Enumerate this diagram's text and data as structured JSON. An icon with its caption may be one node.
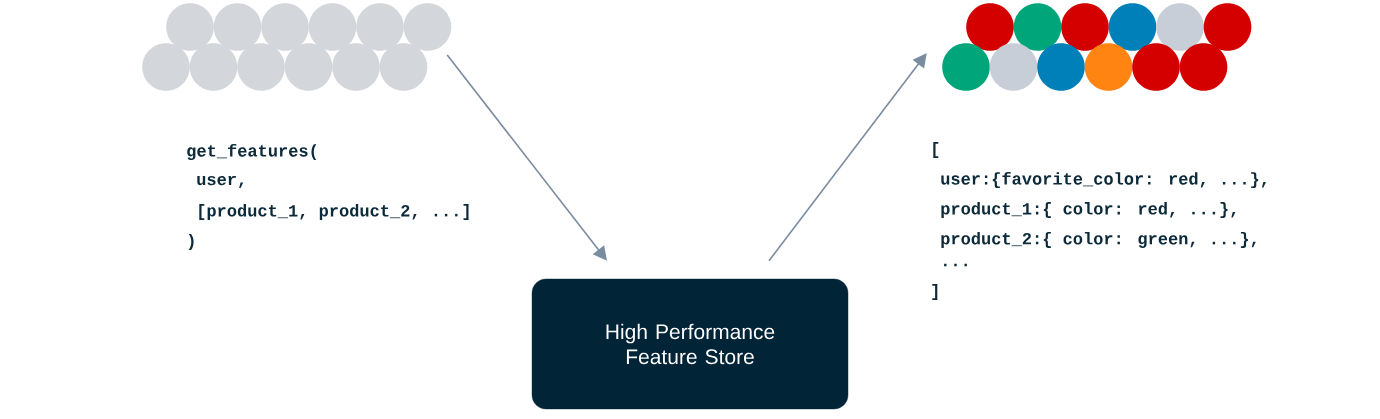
{
  "diagram": {
    "nodes": [
      {
        "text": [],
        "shape": "picture"
      },
      {
        "text": [
          "High Performance Feature Store"
        ]
      },
      {
        "text": [],
        "shape": "picture"
      }
    ],
    "edges": [
      {
        "from": 0,
        "to": 1,
        "arrow": "to"
      },
      {
        "from": 1,
        "to": 2,
        "arrow": "to"
      }
    ],
    "labels": [
      "get_features(",
      "user,",
      "[product_1, product_2, ...]",
      ")",
      "[",
      "user:{favorite_color: red, ...},",
      "product_1:{ color: red, ...},",
      "product_2:{ color: green, ...},",
      "...",
      "]"
    ]
  }
}
